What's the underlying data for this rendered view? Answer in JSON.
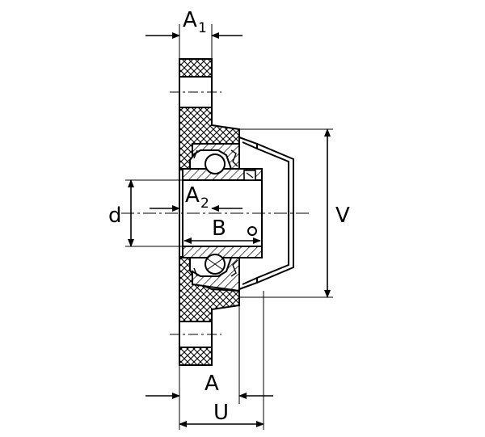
{
  "labels": {
    "A1": {
      "main": "A",
      "sub": "1"
    },
    "A2": {
      "main": "A",
      "sub": "2"
    },
    "d": "d",
    "B": "B",
    "V": "V",
    "A": "A",
    "U": "U"
  }
}
